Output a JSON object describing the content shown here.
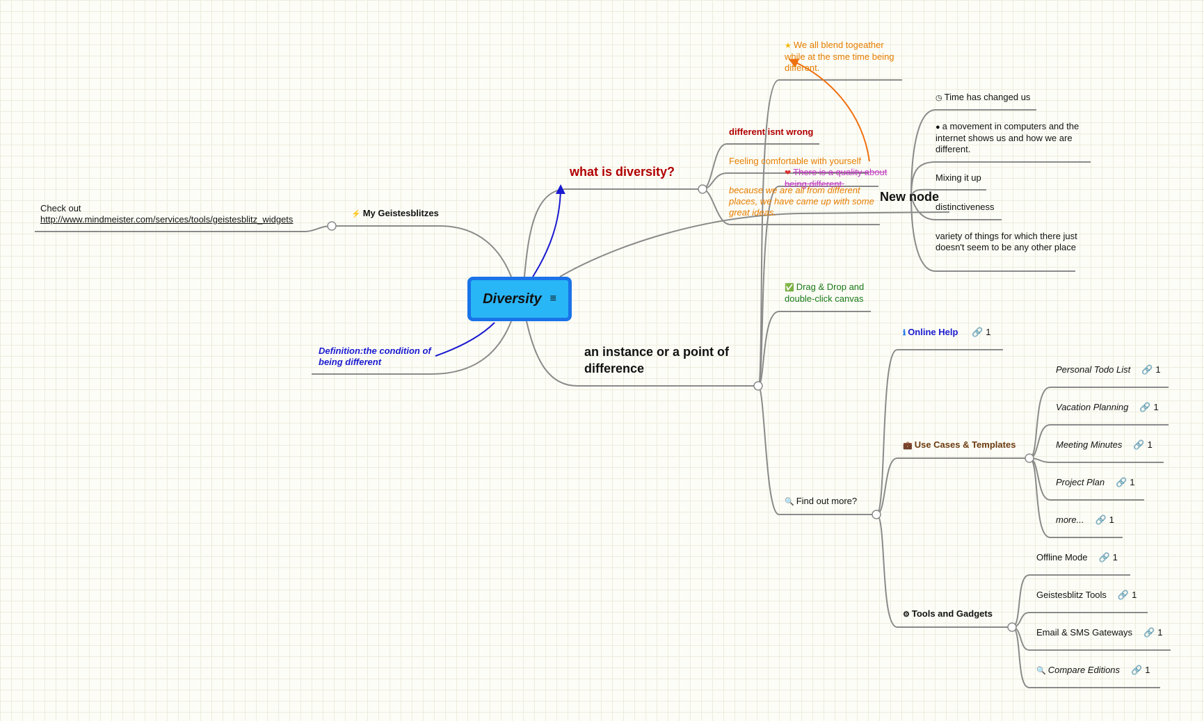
{
  "root": {
    "label": "Diversity",
    "note_icon": "note-icon"
  },
  "left": {
    "geistesblitzes": {
      "label": "My Geistesblitzes",
      "icon": "lightning-icon"
    },
    "checkout": {
      "line1": "Check out",
      "url": "http://www.mindmeister.com/services/tools/geistesblitz_widgets"
    },
    "definition": "Definition:the condition of being different"
  },
  "what": {
    "label": "what is diversity?",
    "children": {
      "wrong": "different isnt wrong",
      "comfortable": "Feeling comfortable with yourself",
      "because": "because we are all from different places, we have came up with some great ideas."
    }
  },
  "new_node": {
    "label": "New node",
    "children": {
      "time": "Time has changed us",
      "movement": "a movement in computers and the internet shows us and how we are different.",
      "mixing": "Mixing it up",
      "distinct": "distinctiveness",
      "variety": "variety of things for which there just doesn't seem to be any other place"
    }
  },
  "instance": {
    "label": "an instance or a point of difference",
    "children": {
      "blend": "We all blend togeather while at the sme time being different.",
      "quality": "There is a quality about being different.",
      "dragdrop": "Drag & Drop and double-click canvas",
      "findout": "Find out more?"
    }
  },
  "findout": {
    "online_help": {
      "label": "Online Help",
      "count": "1"
    },
    "use_cases": {
      "label": "Use Cases & Templates",
      "items": [
        {
          "label": "Personal Todo List",
          "count": "1"
        },
        {
          "label": "Vacation Planning",
          "count": "1"
        },
        {
          "label": "Meeting Minutes",
          "count": "1"
        },
        {
          "label": "Project Plan",
          "count": "1"
        },
        {
          "label": "more...",
          "count": "1"
        }
      ]
    },
    "tools": {
      "label": "Tools and Gadgets",
      "items": [
        {
          "label": "Offline Mode",
          "count": "1"
        },
        {
          "label": "Geistesblitz Tools",
          "count": "1"
        },
        {
          "label": "Email & SMS Gateways",
          "count": "1"
        },
        {
          "label": "Compare Editions",
          "count": "1"
        }
      ]
    }
  },
  "colors": {
    "line": "#8a8a8a",
    "root_border": "#1a73e8",
    "root_fill": "#29b6f6",
    "dark_red": "#b00000",
    "orange": "#e67e00",
    "magenta": "#c040c0",
    "blue": "#1a1ad0",
    "green": "#1a7a1a",
    "brown": "#6b3a10",
    "arrow_orange": "#f07010"
  }
}
